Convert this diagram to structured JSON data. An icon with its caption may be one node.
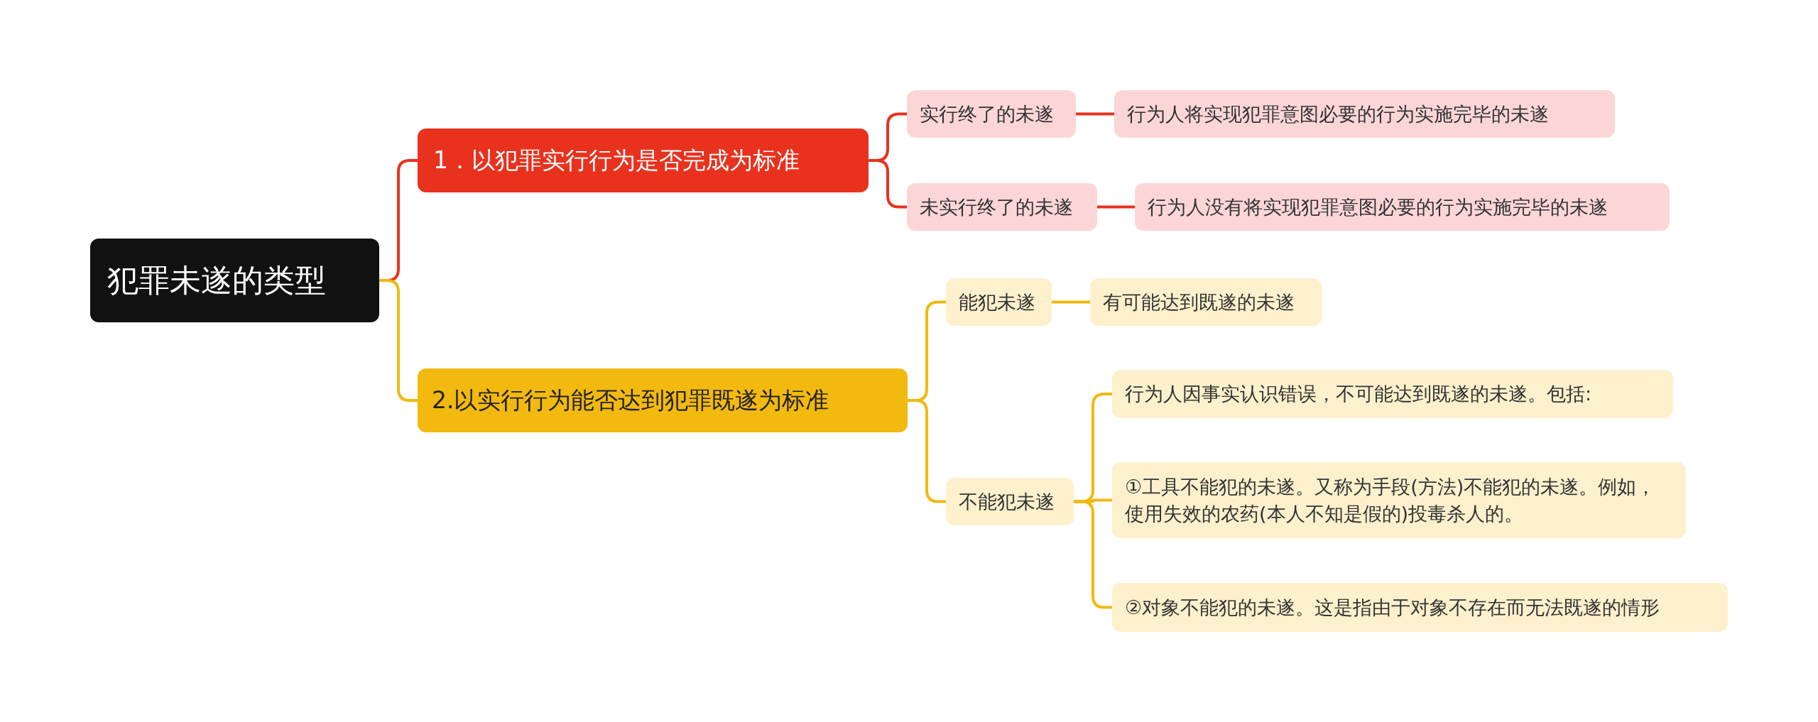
{
  "diagram": {
    "nodes": [
      {
        "text": [
          "犯罪未遂的类型"
        ]
      },
      {
        "text": [
          "1．以犯罪实行行为是否完成为标准"
        ]
      },
      {
        "text": [
          "2.以实行行为能否达到犯罪既遂为标准"
        ]
      },
      {
        "text": [
          "实行终了的未遂"
        ]
      },
      {
        "text": [
          "行为人将实现犯罪意图必要的行为实施完毕的未遂"
        ]
      },
      {
        "text": [
          "未实行终了的未遂"
        ]
      },
      {
        "text": [
          "行为人没有将实现犯罪意图必要的行为实施完毕的未遂"
        ]
      },
      {
        "text": [
          "能犯未遂"
        ]
      },
      {
        "text": [
          "有可能达到既遂的未遂"
        ]
      },
      {
        "text": [
          "不能犯未遂"
        ]
      },
      {
        "text": [
          "行为人因事实认识错误，不可能达到既遂的未遂。包括:"
        ]
      },
      {
        "text": [
          "①工具不能犯的未遂。又称为手段(方法)不能犯的未遂。例如，使用失效的农药(本人不知是假的)投毒杀人的。"
        ]
      },
      {
        "text": [
          "②对象不能犯的未遂。这是指由于对象不存在而无法既遂的情形"
        ]
      }
    ],
    "edges": [
      {
        "from": 0,
        "to": 1,
        "arrow": "none",
        "color": "#e8321e"
      },
      {
        "from": 0,
        "to": 2,
        "arrow": "none"
      },
      {
        "from": 1,
        "to": 3,
        "arrow": "none",
        "color": "#e8321e"
      },
      {
        "from": 1,
        "to": 5,
        "arrow": "none",
        "color": "#e8321e"
      },
      {
        "from": 3,
        "to": 4,
        "arrow": "none",
        "color": "#e8321e"
      },
      {
        "from": 5,
        "to": 6,
        "arrow": "none",
        "color": "#e8321e"
      },
      {
        "from": 2,
        "to": 7,
        "arrow": "none"
      },
      {
        "from": 2,
        "to": 9,
        "arrow": "none"
      },
      {
        "from": 7,
        "to": 8,
        "arrow": "none"
      },
      {
        "from": 9,
        "to": 10,
        "arrow": "none"
      },
      {
        "from": 9,
        "to": 11,
        "arrow": "none"
      },
      {
        "from": 9,
        "to": 12,
        "arrow": "none"
      }
    ]
  }
}
